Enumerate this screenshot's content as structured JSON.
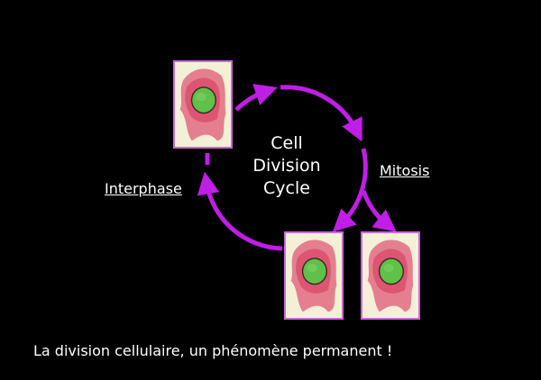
{
  "diagram": {
    "center_title": [
      "Cell",
      "Division",
      "Cycle"
    ],
    "label_left": "Interphase",
    "label_right": "Mitosis",
    "caption": "La division cellulaire, un phénomène permanent !",
    "colors": {
      "arrow": "#c01ee6",
      "background": "#000000",
      "text": "#ffffff"
    },
    "images": [
      "cell-image",
      "cell-image",
      "cell-image"
    ]
  }
}
